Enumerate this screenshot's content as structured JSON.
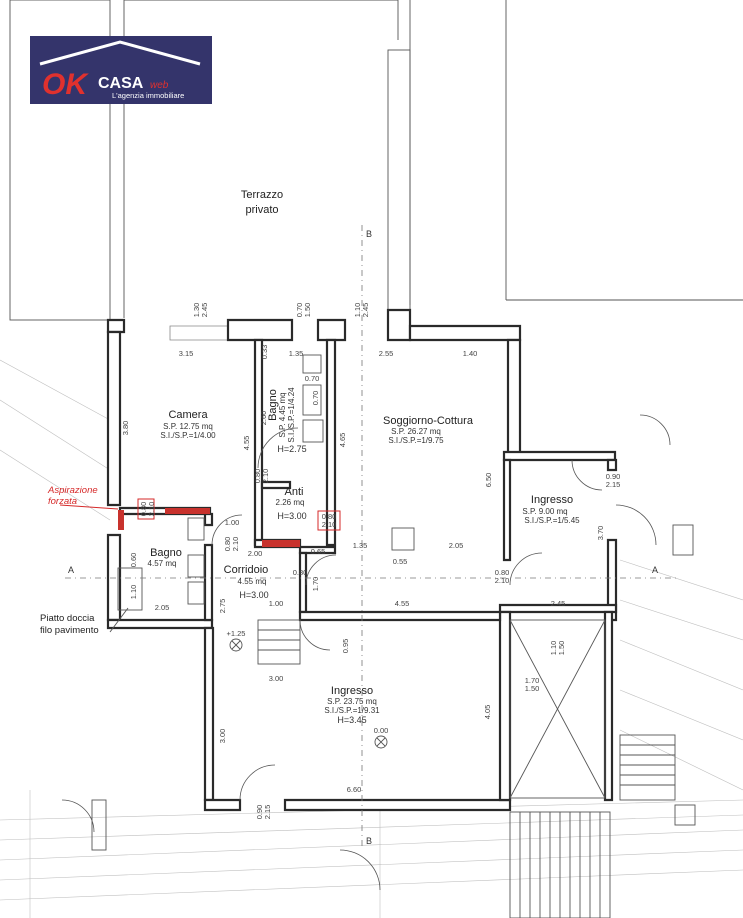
{
  "logo": {
    "ok": "OK",
    "casa": "CASA",
    "web": "web",
    "tagline": "L'agenzia immobiliare",
    "bg_color": "#34346b",
    "accent": "#e0312e"
  },
  "rooms": {
    "terrazzo": {
      "name1": "Terrazzo",
      "name2": "privato"
    },
    "camera": {
      "name": "Camera",
      "sp": "S.P. 12.75 mq",
      "si": "S.I./S.P.=1/4.00"
    },
    "bagno_top": {
      "name": "Bagno",
      "sp": "S.P. 4.45 mq",
      "si": "S.I./S.P.=1/4.24",
      "h": "H=2.75"
    },
    "soggiorno": {
      "name": "Soggiorno-Cottura",
      "sp": "S.P. 26.27 mq",
      "si": "S.I./S.P.=1/9.75"
    },
    "anti": {
      "name": "Anti",
      "sp": "2.26 mq",
      "h": "H=3.00"
    },
    "ingresso_right": {
      "name": "Ingresso",
      "sp": "S.P. 9.00 mq",
      "si": "S.I./S.P.=1/5.45"
    },
    "bagno_left": {
      "name": "Bagno",
      "sp": "4.57 mq"
    },
    "corridoio": {
      "name": "Corridoio",
      "sp": "4.55 mq",
      "h": "H=3.00"
    },
    "ingresso_bottom": {
      "name": "Ingresso",
      "sp": "S.P. 23.75 mq",
      "si": "S.I./S.P.=1/9.31",
      "h": "H=3.45"
    }
  },
  "notes": {
    "aspirazione1": "Aspirazione",
    "aspirazione2": "forzata",
    "piatto1": "Piatto doccia",
    "piatto2": "filo pavimento"
  },
  "sections": {
    "a": "A",
    "b": "B"
  },
  "spot_labels": {
    "spot1": "+1.25",
    "spot2": "0.00"
  },
  "dimensions": {
    "w_130": "1.30",
    "w_245a": "2.45",
    "w_070": "0.70",
    "w_150": "1.50",
    "w_110": "1.10",
    "w_245b": "2.45",
    "d_315": "3.15",
    "d_135": "1.35",
    "d_255": "2.55",
    "d_140": "1.40",
    "d_033": "0.33",
    "d_070a": "0.70",
    "d_070b": "0.70",
    "d_380": "3.80",
    "d_455": "4.55",
    "d_260": "2.60",
    "d_465": "4.65",
    "d_650": "6.50",
    "d_080a": "0.80",
    "d_210a": "2.10",
    "d_080b": "0.80",
    "d_210b": "2.10",
    "d_080c": "0.80",
    "d_210c": "2.10",
    "d_090a": "0.90",
    "d_215a": "2.15",
    "d_100a": "1.00",
    "d_080d": "0.80",
    "d_210d": "2.10",
    "d_200": "2.00",
    "d_065": "0.65",
    "d_135b": "1.35",
    "d_055": "0.55",
    "d_205a": "2.05",
    "d_370": "3.70",
    "d_060": "0.60",
    "d_080e": "0.80",
    "d_170": "1.70",
    "d_080f": "0.80",
    "d_210f": "2.10",
    "d_110b": "1.10",
    "d_205b": "2.05",
    "d_275": "2.75",
    "d_100b": "1.00",
    "d_455b": "4.55",
    "d_245c": "2.45",
    "d_095": "0.95",
    "d_110c": "1.10",
    "d_150b": "1.50",
    "d_170b": "1.70",
    "d_150c": "1.50",
    "d_300a": "3.00",
    "d_300b": "3.00",
    "d_405": "4.05",
    "d_660": "6.60",
    "d_090b": "0.90",
    "d_215b": "2.15"
  }
}
